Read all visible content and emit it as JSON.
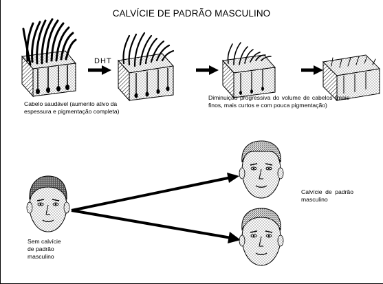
{
  "title": "CALVÍCIE DE PADRÃO MASCULINO",
  "arrow_label": "DHT",
  "captions": {
    "healthy": "Cabelo saudável (aumento ativo da espessura e pigmentação completa)",
    "progressive": "Diminuição progressiva do volume de cabelos (mais finos, mais curtos e com pouca pigmentação)",
    "bald": "Calvície de padrão masculino",
    "no_bald": "Sem calvície de padrão masculino"
  },
  "colors": {
    "ink": "#000000",
    "paper": "#ffffff"
  }
}
